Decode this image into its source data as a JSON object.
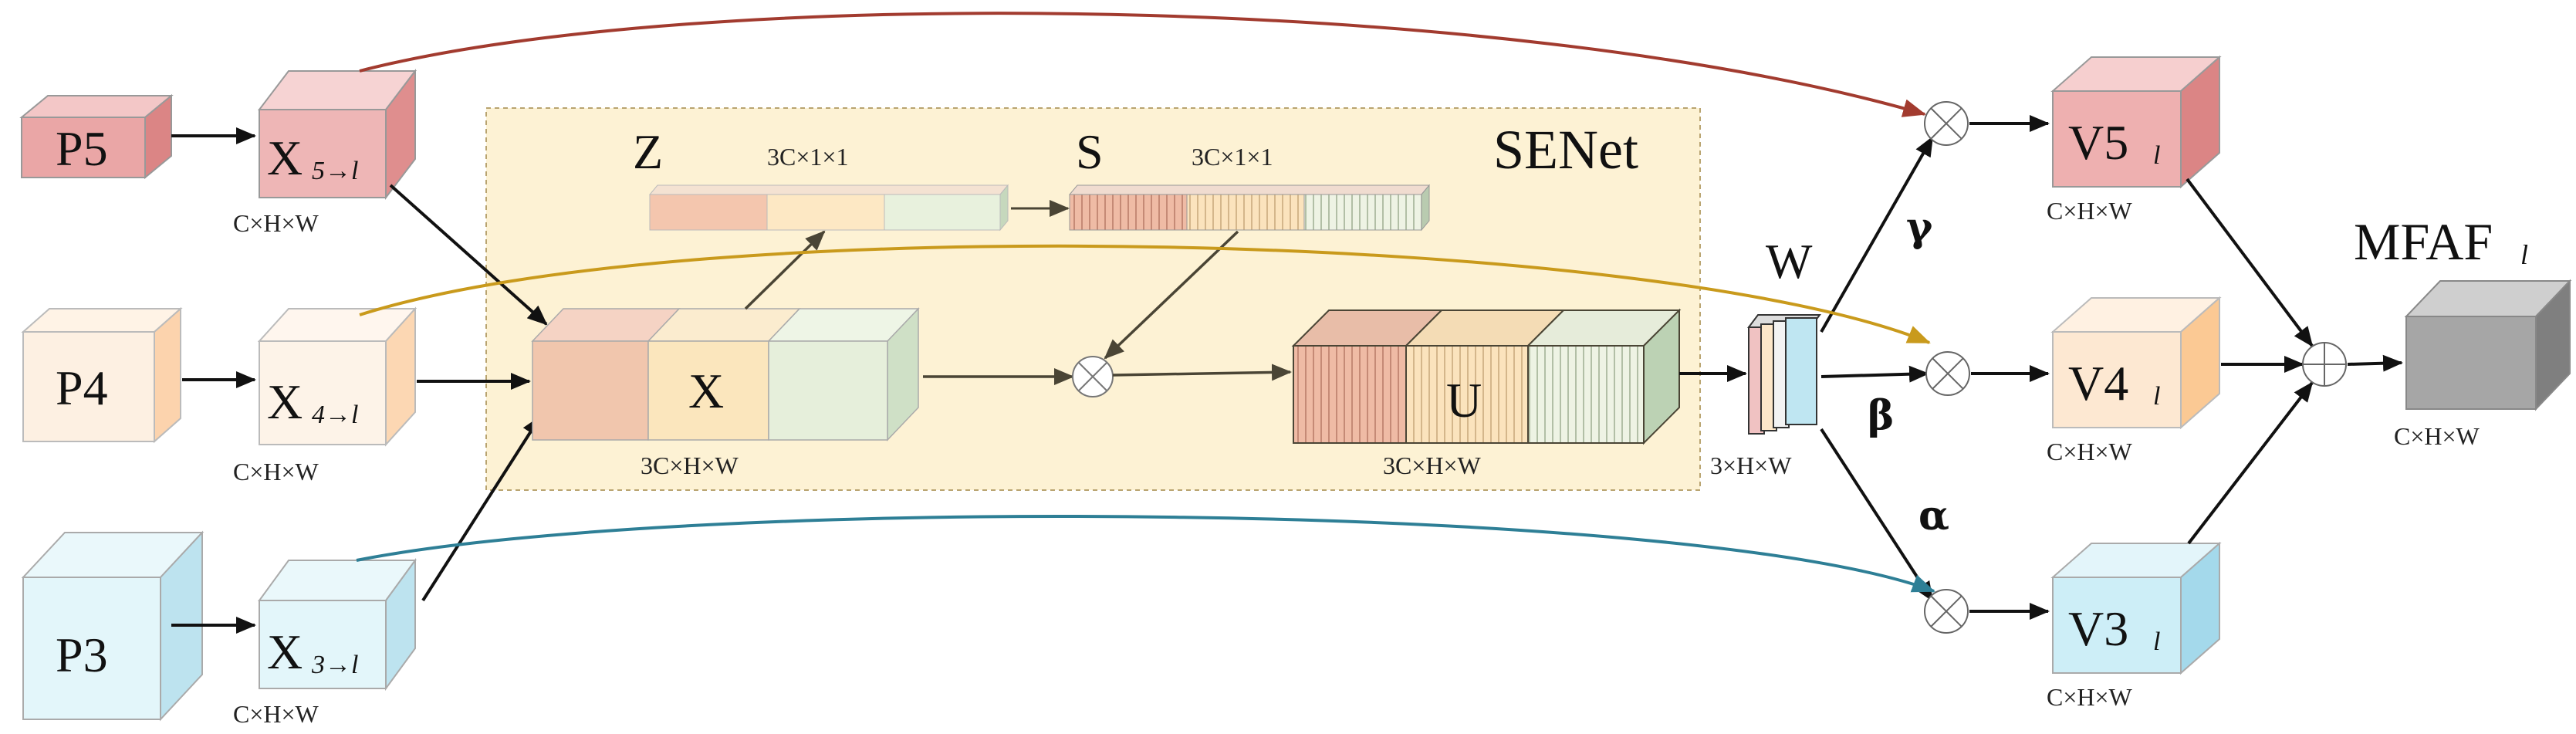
{
  "diagram": {
    "inputs": {
      "p5": "P5",
      "p4": "P4",
      "p3": "P3"
    },
    "resized": {
      "x5": {
        "main": "X",
        "sub": "5→l"
      },
      "x4": {
        "main": "X",
        "sub": "4→l"
      },
      "x3": {
        "main": "X",
        "sub": "3→l"
      },
      "dim": "C×H×W"
    },
    "senet": {
      "title": "SENet",
      "z_label": "Z",
      "s_label": "S",
      "z_dim": "3C×1×1",
      "s_dim": "3C×1×1",
      "x_label": "X",
      "x_dim": "3C×H×W",
      "u_label": "U",
      "u_dim": "3C×H×W"
    },
    "weights": {
      "w_label": "W",
      "w_dim": "3×H×W",
      "gamma": "γ",
      "beta": "β",
      "alpha": "α"
    },
    "outputs": {
      "v5": {
        "main": "V5",
        "sub": "l"
      },
      "v4": {
        "main": "V4",
        "sub": "l"
      },
      "v3": {
        "main": "V3",
        "sub": "l"
      },
      "dim": "C×H×W"
    },
    "final": {
      "label": "MFAF",
      "sub": "l",
      "dim": "C×H×W"
    },
    "colors": {
      "red": "#e9a3a3",
      "orange": "#fbd6b3",
      "blue": "#bfe6f2",
      "green": "#dcead3",
      "gray": "#9a9a9a",
      "senet_bg": "#fdf2d4",
      "curve_red": "#a23b2f",
      "curve_gold": "#c99a1c",
      "curve_blue": "#2e7f96"
    }
  }
}
